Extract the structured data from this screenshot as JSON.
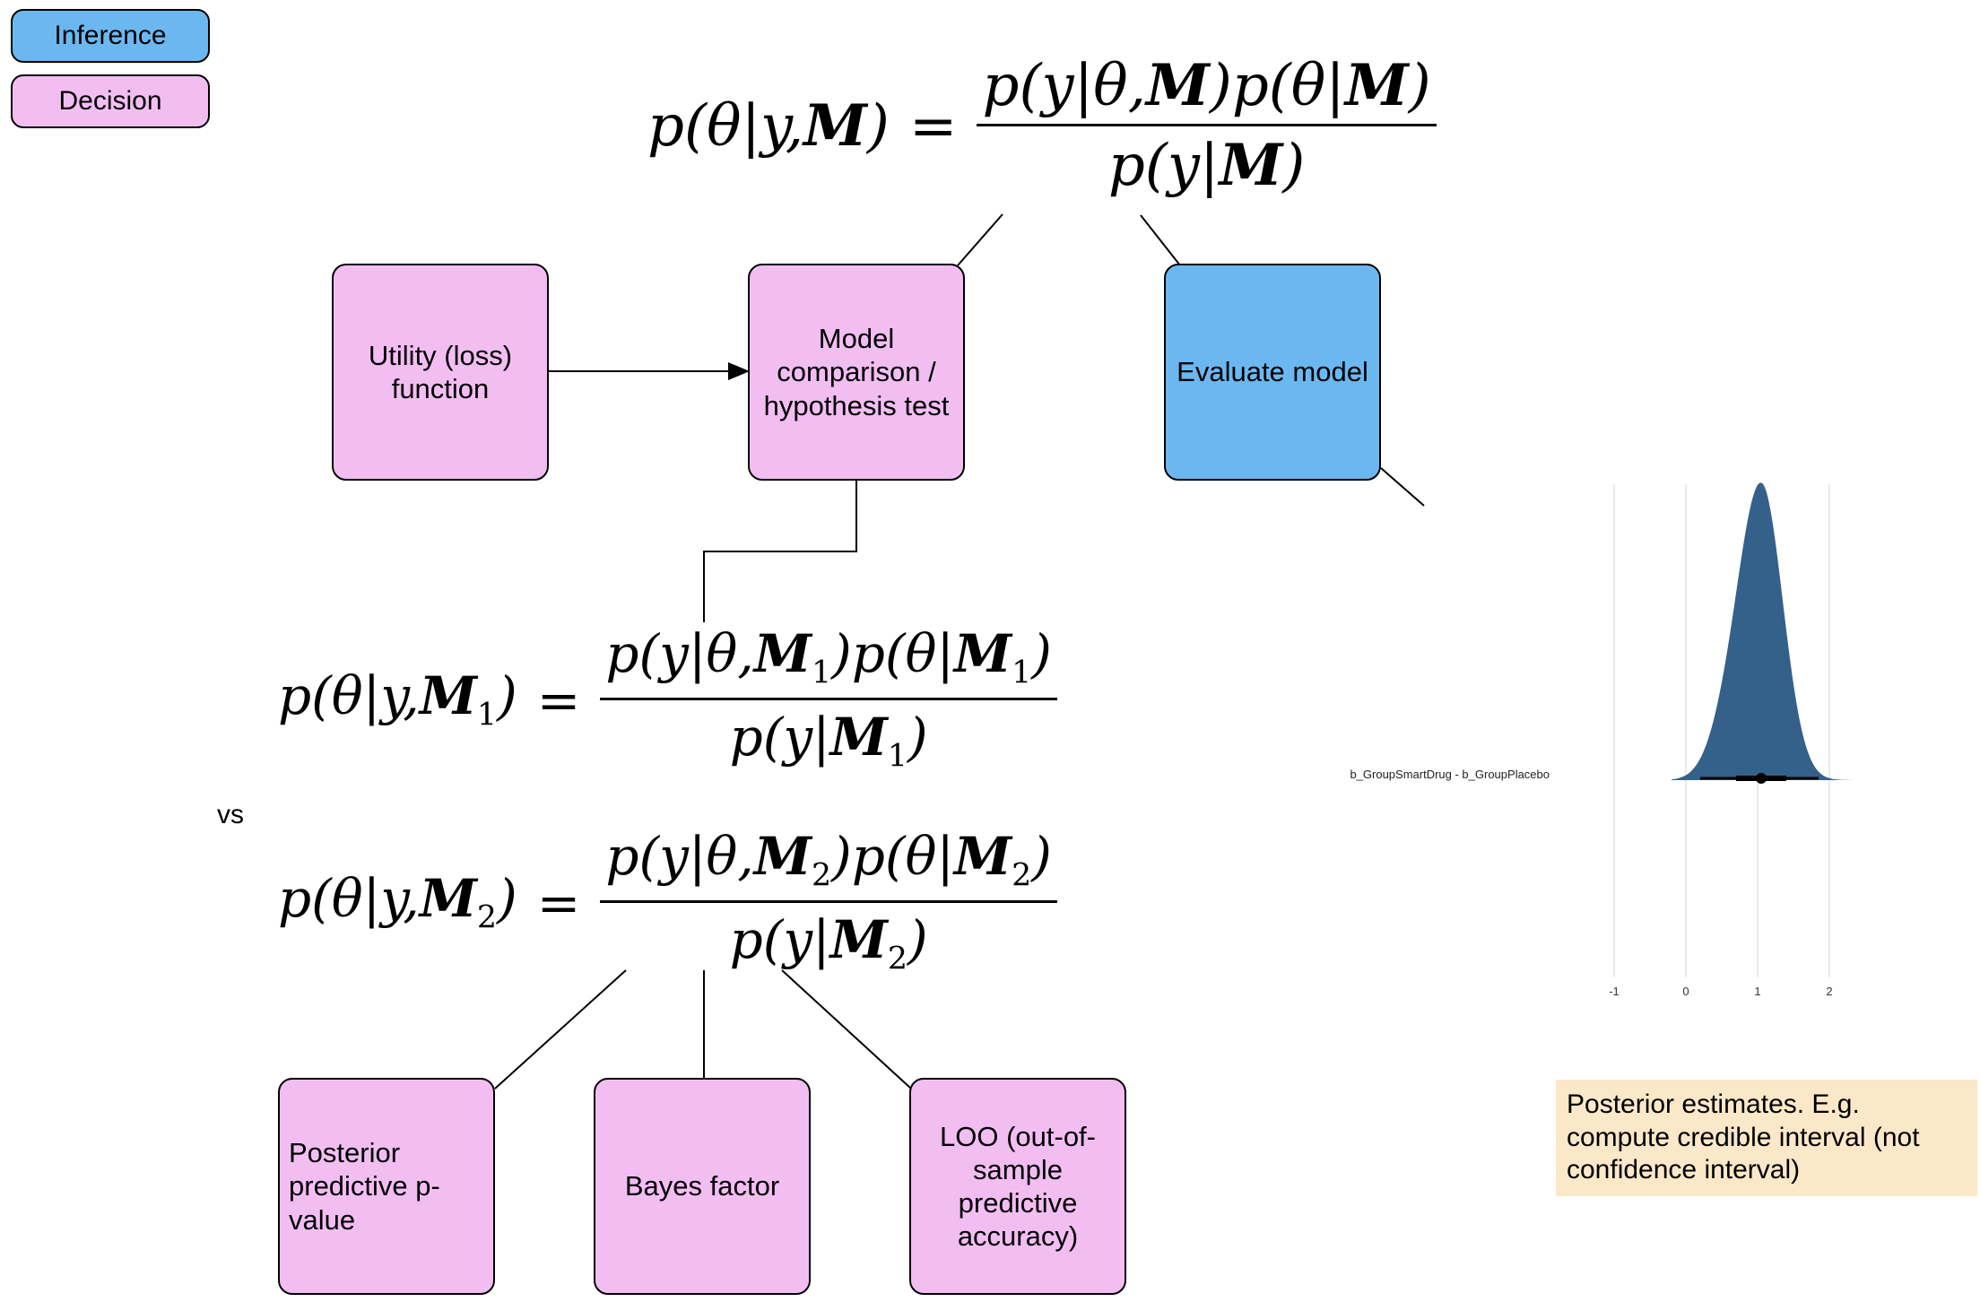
{
  "legend": {
    "inference": "Inference",
    "decision": "Decision"
  },
  "top_equation": {
    "lhs": "p(θ|y,",
    "lhs_cal": "M",
    "lhs_end": ")",
    "equals": "=",
    "num_a": "p(y|θ,",
    "num_b": "M",
    "num_c": ")p(θ|",
    "num_d": "M",
    "num_e": ")",
    "den_a": "p(y|",
    "den_b": "M",
    "den_c": ")"
  },
  "boxes": {
    "utility": "Utility (loss) function",
    "model_comparison": "Model comparison / hypothesis test",
    "evaluate_model": "Evaluate model",
    "posterior_predictive": "Posterior predictive p-value",
    "bayes_factor": "Bayes factor",
    "loo": "LOO (out-of-sample predictive accuracy)"
  },
  "model1_equation": {
    "lhs": "p(θ|y,",
    "cal": "M",
    "sub": "1",
    "equals": "=",
    "num_a": "p(y|θ,",
    "num_c": ")p(θ|",
    "num_e": ")",
    "den_a": "p(y|",
    "den_c": ")"
  },
  "vs": "vs",
  "model2_equation": {
    "lhs": "p(θ|y,",
    "cal": "M",
    "sub": "2",
    "equals": "=",
    "num_a": "p(y|θ,",
    "num_c": ")p(θ|",
    "num_e": ")",
    "den_a": "p(y|",
    "den_c": ")"
  },
  "posterior_plot": {
    "label": "b_GroupSmartDrug - b_GroupPlacebo",
    "ticks": [
      -1,
      0,
      1,
      2
    ],
    "mean": 1.05,
    "inner_interval": [
      0.7,
      1.4
    ],
    "outer_interval": [
      0.2,
      1.85
    ],
    "density_color": "#34618a"
  },
  "note": "Posterior estimates. E.g. compute credible interval (not confidence interval)",
  "colors": {
    "decision": "#f2bef2",
    "inference": "#6bb8f1",
    "note_bg": "#fbe8c8"
  }
}
